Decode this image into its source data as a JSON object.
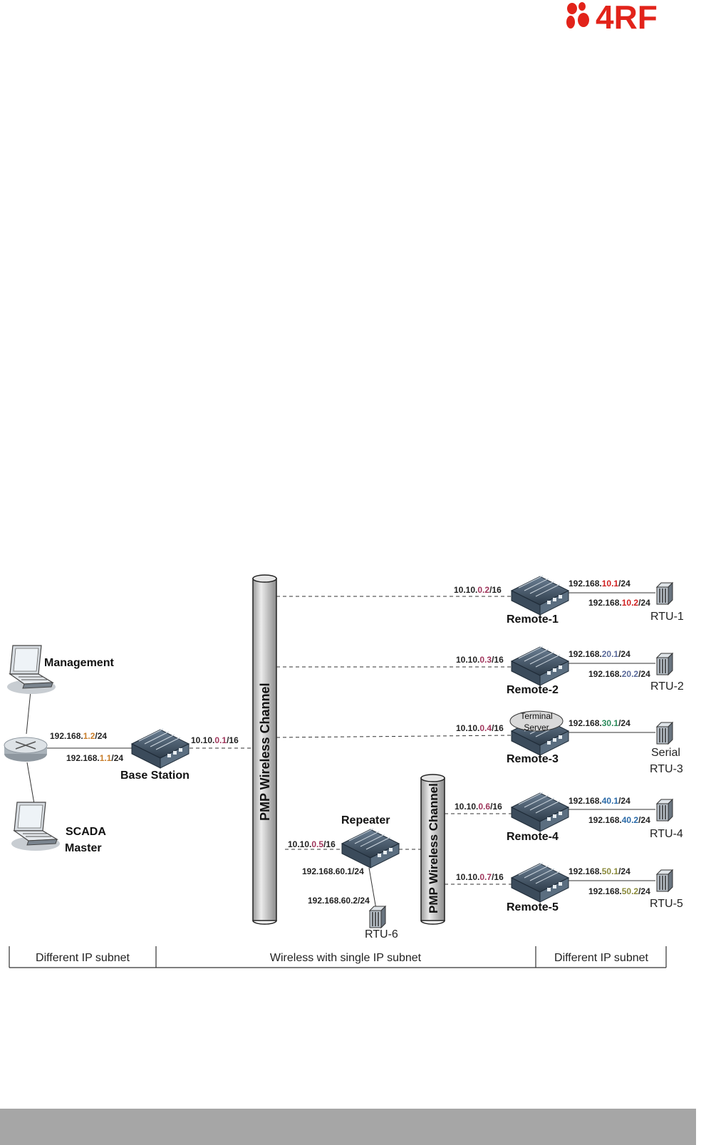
{
  "logo": {
    "text": "4RF",
    "color": "#e2231a"
  },
  "channels": [
    {
      "label": "PMP Wireless Channel"
    },
    {
      "label": "PMP Wireless Channel"
    }
  ],
  "devices": {
    "management": "Management",
    "scada_line1": "SCADA",
    "scada_line2": "Master",
    "base_station": "Base Station",
    "repeater": "Repeater",
    "remote1": "Remote-1",
    "remote2": "Remote-2",
    "remote3": "Remote-3",
    "remote4": "Remote-4",
    "remote5": "Remote-5",
    "terminal_server_line1": "Terminal",
    "terminal_server_line2": "Server"
  },
  "rtus": {
    "rtu1": "RTU-1",
    "rtu2": "RTU-2",
    "rtu3_line1": "Serial",
    "rtu3_line2": "RTU-3",
    "rtu4": "RTU-4",
    "rtu5": "RTU-5",
    "rtu6": "RTU-6"
  },
  "ips": {
    "mgmt": {
      "pre": "192.168.",
      "hl": "1.2",
      "post": "/24",
      "color": "#c87d2a"
    },
    "router": {
      "pre": "192.168.",
      "hl": "1.1",
      "post": "/24",
      "color": "#c87d2a"
    },
    "base": {
      "pre": "10.10.",
      "hl": "0.1",
      "post": "/16",
      "color": "#a0365c"
    },
    "r1_wl": {
      "pre": "10.10.",
      "hl": "0.2",
      "post": "/16",
      "color": "#a0365c"
    },
    "r2_wl": {
      "pre": "10.10.",
      "hl": "0.3",
      "post": "/16",
      "color": "#a0365c"
    },
    "r3_wl": {
      "pre": "10.10.",
      "hl": "0.4",
      "post": "/16",
      "color": "#a0365c"
    },
    "r4_wl": {
      "pre": "10.10.",
      "hl": "0.6",
      "post": "/16",
      "color": "#a0365c"
    },
    "r5_wl": {
      "pre": "10.10.",
      "hl": "0.7",
      "post": "/16",
      "color": "#a0365c"
    },
    "rep_wl": {
      "pre": "10.10.",
      "hl": "0.5",
      "post": "/16",
      "color": "#a0365c"
    },
    "r1_lan": {
      "pre": "192.168.",
      "hl": "10.1",
      "post": "/24",
      "color": "#d02020"
    },
    "rtu1_ip": {
      "pre": "192.168.",
      "hl": "10.2",
      "post": "/24",
      "color": "#d02020"
    },
    "r2_lan": {
      "pre": "192.168.",
      "hl": "20.1",
      "post": "/24",
      "color": "#5a6a9a"
    },
    "rtu2_ip": {
      "pre": "192.168.",
      "hl": "20.2",
      "post": "/24",
      "color": "#5a6a9a"
    },
    "r3_lan": {
      "pre": "192.168.",
      "hl": "30.1",
      "post": "/24",
      "color": "#2a8a5a"
    },
    "r4_lan": {
      "pre": "192.168.",
      "hl": "40.1",
      "post": "/24",
      "color": "#2a6aa8"
    },
    "rtu4_ip": {
      "pre": "192.168.",
      "hl": "40.2",
      "post": "/24",
      "color": "#2a6aa8"
    },
    "r5_lan": {
      "pre": "192.168.",
      "hl": "50.1",
      "post": "/24",
      "color": "#8a8a3a"
    },
    "rtu5_ip": {
      "pre": "192.168.",
      "hl": "50.2",
      "post": "/24",
      "color": "#8a8a3a"
    },
    "rep_lan": {
      "pre": "192.168.",
      "hl": "60.1",
      "post": "/24",
      "color": "#222222"
    },
    "rtu6_ip": {
      "pre": "192.168.",
      "hl": "60.2",
      "post": "/24",
      "color": "#222222"
    }
  },
  "subnets": {
    "left": "Different IP subnet",
    "middle": "Wireless with single IP subnet",
    "right": "Different IP subnet"
  }
}
